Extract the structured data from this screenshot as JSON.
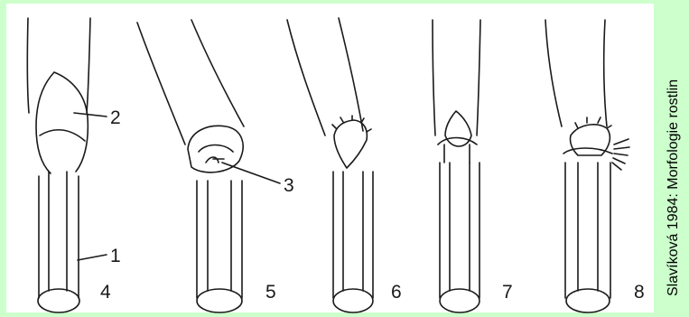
{
  "figure": {
    "part_labels": [
      "1",
      "2",
      "3"
    ],
    "panel_numbers": [
      "4",
      "5",
      "6",
      "7",
      "8"
    ],
    "credit": "Slavíková 1984: Morfologie rostlin"
  }
}
